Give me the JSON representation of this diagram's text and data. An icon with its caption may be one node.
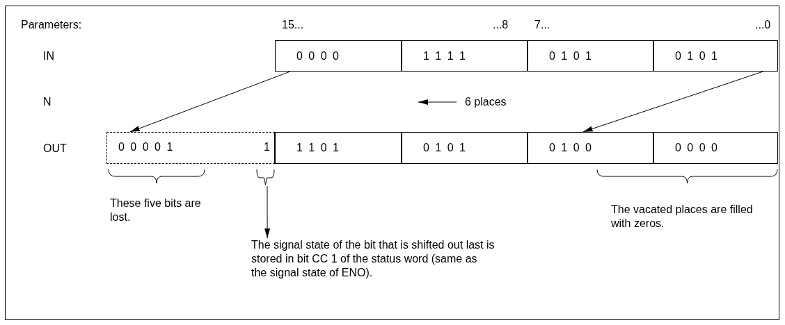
{
  "diagram": {
    "nodes": [
      {
        "text": [
          "0 0 0 0"
        ]
      },
      {
        "text": [
          "1 1 1 1"
        ]
      },
      {
        "text": [
          "0 1 0 1"
        ]
      },
      {
        "text": [
          "0 1 0 1"
        ]
      },
      {
        "text": [
          "0 0 0 0 1",
          "1"
        ]
      },
      {
        "text": [
          "1 1 0 1"
        ]
      },
      {
        "text": [
          "0 1 0 1"
        ]
      },
      {
        "text": [
          "0 1 0 0"
        ]
      },
      {
        "text": [
          "0 0 0 0"
        ]
      },
      {
        "text": [],
        "shape": "brace"
      },
      {
        "text": [
          "The signal state of the bit that is shifted out last is stored in bit CC 1 of the status word (same as the signal state of ENO)."
        ]
      }
    ],
    "edges": [
      {
        "from": 0,
        "to": 4,
        "arrow": "to"
      },
      {
        "from": 3,
        "to": 7,
        "arrow": "to"
      },
      {
        "from": 9,
        "to": 10,
        "arrow": "to"
      }
    ],
    "labels": [
      "Parameters:",
      "15...",
      "...8",
      "7...",
      "...0",
      "IN",
      "N",
      "6 places",
      "OUT",
      "These five bits are lost.",
      "The vacated places are filled with zeros."
    ]
  }
}
